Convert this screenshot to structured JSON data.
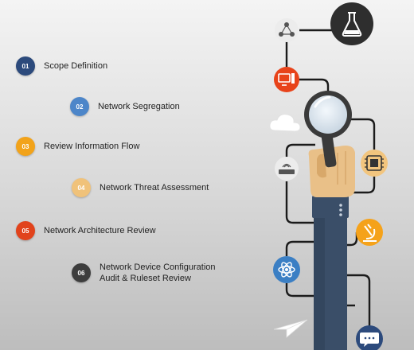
{
  "steps": [
    {
      "number": "01",
      "label": "Scope Definition",
      "color": "#2c4a7c"
    },
    {
      "number": "02",
      "label": "Network Segregation",
      "color": "#4d86c9"
    },
    {
      "number": "03",
      "label": "Review Information Flow",
      "color": "#f2a31a"
    },
    {
      "number": "04",
      "label": "Network Threat Assessment",
      "color": "#f0c27a"
    },
    {
      "number": "05",
      "label": "Network Architecture Review",
      "color": "#e1431c"
    },
    {
      "number": "06",
      "label_line1": "Network Device Configuration",
      "label_line2": "Audit & Ruleset Review",
      "color": "#3d3d3d"
    }
  ],
  "icons": [
    {
      "name": "network-share-icon",
      "color": "#ececec"
    },
    {
      "name": "flask-icon",
      "color": "#2e2e2e"
    },
    {
      "name": "computer-icon",
      "color": "#e8431a"
    },
    {
      "name": "cloud-icon",
      "color": "#ffffff"
    },
    {
      "name": "router-icon",
      "color": "#ececec"
    },
    {
      "name": "chip-icon",
      "color": "#f2c57e"
    },
    {
      "name": "microscope-icon",
      "color": "#f5a21a"
    },
    {
      "name": "atom-icon",
      "color": "#3b7fc4"
    },
    {
      "name": "paper-plane-icon",
      "color": "#ffffff"
    },
    {
      "name": "chat-icon",
      "color": "#2c4a7c"
    }
  ]
}
